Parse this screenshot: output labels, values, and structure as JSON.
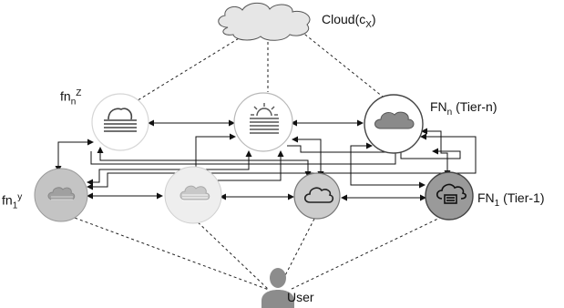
{
  "labels": {
    "cloud": {
      "main": "Cloud(c",
      "sub": "X",
      "close": ")"
    },
    "fnz": {
      "main": "fn",
      "sub": "n",
      "sup": "Z"
    },
    "fny": {
      "main": "fn",
      "sub": "1",
      "sup": "y"
    },
    "fnn": {
      "main": "FN",
      "sub": "n",
      "rest": " (Tier-n)"
    },
    "fn1": {
      "main": "FN",
      "sub": "1",
      "rest": " (Tier-1)"
    },
    "user": "User"
  },
  "colors": {
    "white_node": "#ffffff",
    "light_node": "#eeeeee",
    "mid_node": "#c4c4c4",
    "dark_node": "#9a9a9a",
    "stroke": "#333333",
    "user": "#8c8c8c"
  },
  "icons": [
    "cloud-icon",
    "fog-icon",
    "sun-fog-icon",
    "storm-cloud-icon",
    "cloud-outline-icon",
    "cloud-server-icon",
    "user-icon"
  ]
}
